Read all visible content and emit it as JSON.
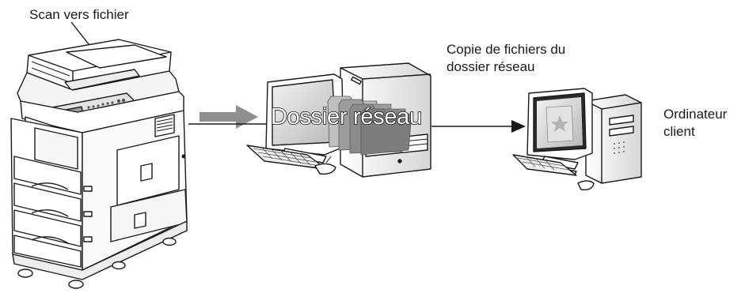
{
  "labels": {
    "scan_to_file": "Scan vers fichier",
    "network_folder": "Dossier réseau",
    "copy_from_folder_line1": "Copie de fichiers du",
    "copy_from_folder_line2": "dossier réseau",
    "client_line1": "Ordinateur",
    "client_line2": "client"
  },
  "icons": {
    "copier": "multifunction-printer-icon",
    "server": "network-folder-computer-icon",
    "client": "client-computer-icon",
    "transfer_arrow": "arrow-right-icon"
  },
  "colors": {
    "outline": "#1a1a1a",
    "transfer_arrow": "#8f8f8f",
    "folder_stack": "#8a8a8a"
  }
}
